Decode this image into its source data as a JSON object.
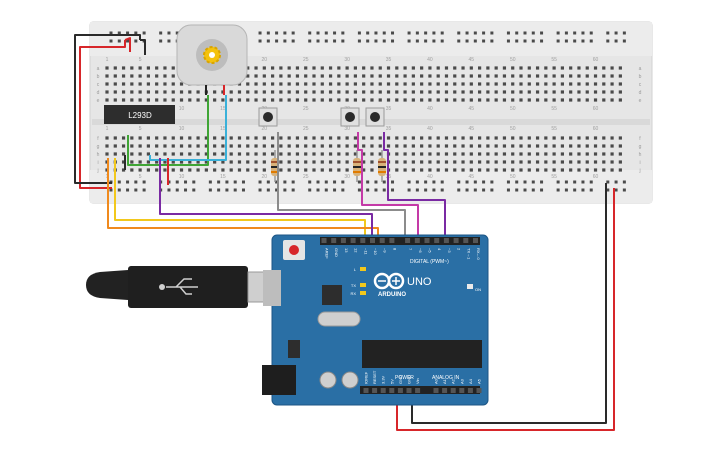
{
  "breadboard": {
    "row_letters_top": [
      "a",
      "b",
      "c",
      "d",
      "e"
    ],
    "row_letters_bottom": [
      "f",
      "g",
      "h",
      "i",
      "j"
    ],
    "column_numbers": [
      "1",
      "5",
      "10",
      "15",
      "20",
      "25",
      "30",
      "35",
      "40",
      "45",
      "50",
      "55",
      "60"
    ]
  },
  "chip": {
    "label": "L293D"
  },
  "arduino": {
    "brand": "ARDUINO",
    "model": "UNO",
    "digital_label": "DIGITAL (PWM~)",
    "power_label": "POWER",
    "analog_label": "ANALOG IN",
    "on_label": "ON",
    "led_labels": [
      "L",
      "TX",
      "RX"
    ],
    "digital_pins": [
      "AREF",
      "GND",
      "13",
      "12",
      "~11",
      "~10",
      "~9",
      "8",
      "7",
      "~6",
      "~5",
      "4",
      "~3",
      "2",
      "TX→1",
      "RX←0"
    ],
    "power_pins": [
      "IOREF",
      "RESET",
      "3.3V",
      "5V",
      "GND",
      "GND",
      "Vin"
    ],
    "analog_pins": [
      "A0",
      "A1",
      "A2",
      "A3",
      "A4",
      "A5"
    ]
  },
  "colors": {
    "board": "#2a6fa5",
    "breadboard": "#e8e8e8",
    "wire_red": "#d7262a",
    "wire_black": "#2a2a2a",
    "wire_orange": "#f08a1d",
    "wire_yellow": "#f2c81c",
    "wire_purple": "#7a2aa3",
    "wire_green": "#3fa535",
    "wire_cyan": "#3ab1d9",
    "wire_gray": "#8c8c8c",
    "wire_magenta": "#c43aa7"
  }
}
